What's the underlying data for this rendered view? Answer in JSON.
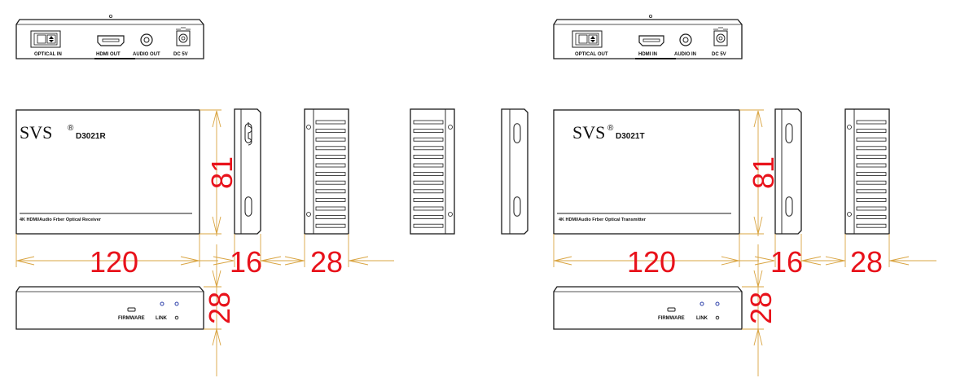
{
  "receiver": {
    "brand": "SVS",
    "reg_mark": "®",
    "model": "D3021R",
    "description": "4K HDMI/Audio Frber Optical Receiver",
    "rear_ports": {
      "optical": "OPTICAL IN",
      "hdmi": "HDMI OUT",
      "audio": "AUDIO OUT",
      "dc": "DC 5V"
    },
    "front_panel": {
      "firmware": "FIRMWARE",
      "link": "LINK"
    },
    "dimensions": {
      "height": "81",
      "length": "120",
      "bracket": "16",
      "depth": "28",
      "front_height": "28"
    }
  },
  "transmitter": {
    "brand": "SVS",
    "reg_mark": "®",
    "model": "D3021T",
    "description": "4K HDMI/Audio Frber Optical Transmitter",
    "rear_ports": {
      "optical": "OPTICAL OUT",
      "hdmi": "HDMI IN",
      "audio": "AUDIO IN",
      "dc": "DC 5V"
    },
    "front_panel": {
      "firmware": "FIRMWARE",
      "link": "LINK"
    },
    "dimensions": {
      "height": "81",
      "length": "120",
      "bracket": "16",
      "depth": "28",
      "front_height": "28"
    }
  },
  "colors": {
    "outline": "#1a1a1a",
    "dimension_line": "#d9a441",
    "dimension_text": "#e8121b",
    "led": "#2b3ea8"
  }
}
